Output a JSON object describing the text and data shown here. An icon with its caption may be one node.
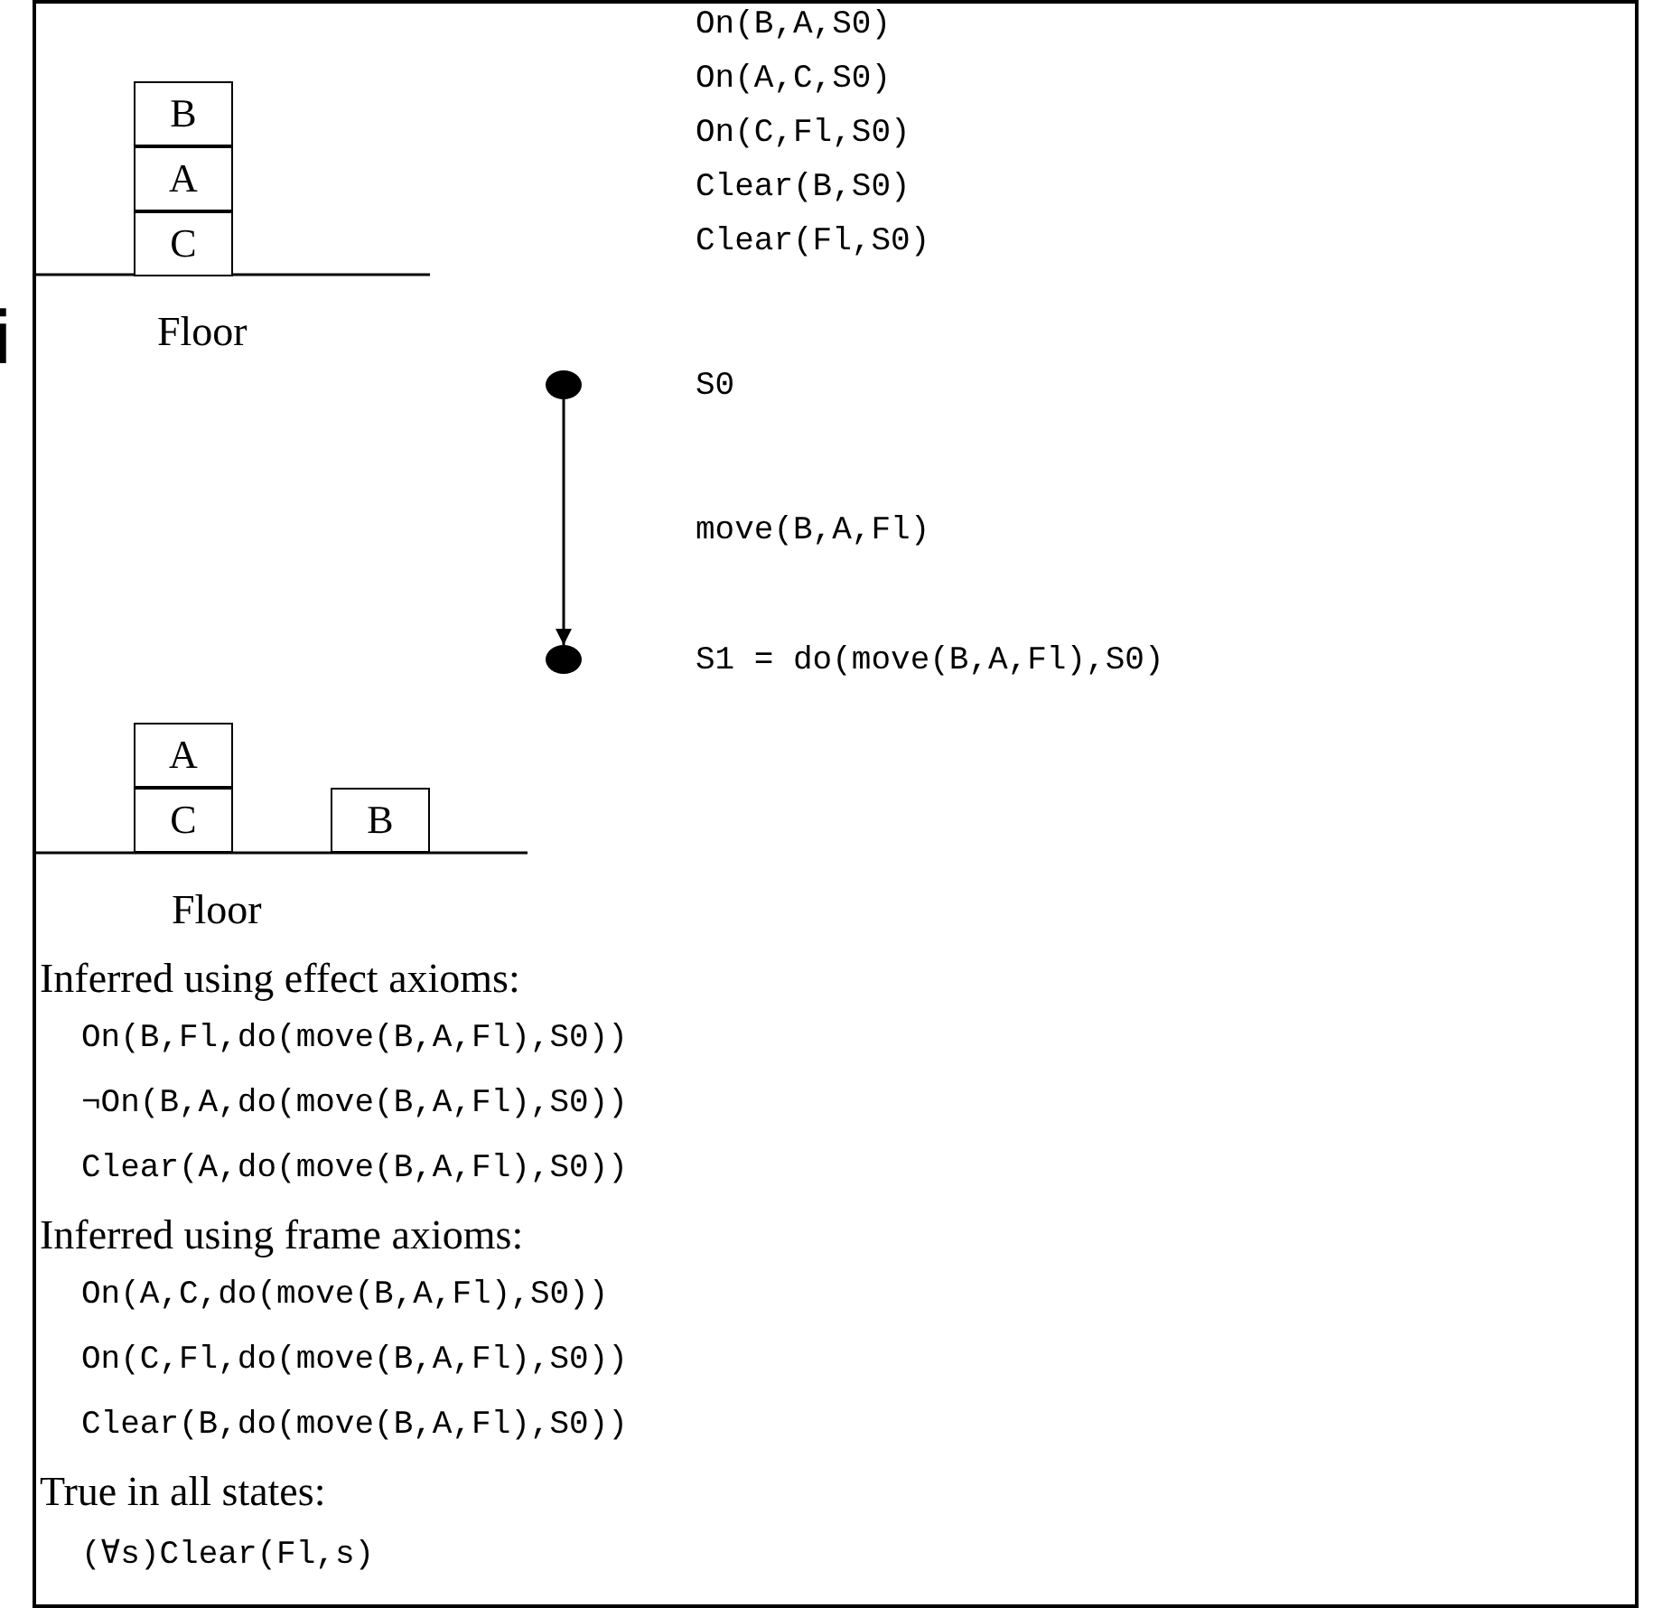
{
  "diagram": {
    "nodes": [
      {
        "text": [
          "B"
        ]
      },
      {
        "text": [
          "A"
        ]
      },
      {
        "text": [
          "C"
        ]
      },
      {
        "text": [],
        "shape": "circle",
        "beside": [
          "S0"
        ]
      },
      {
        "text": [],
        "shape": "circle",
        "beside": [
          "S1 = do(move(B,A,Fl),S0)"
        ]
      },
      {
        "text": [
          "A"
        ]
      },
      {
        "text": [
          "C"
        ]
      },
      {
        "text": [
          "B"
        ]
      }
    ],
    "edges": [
      {
        "from": 3,
        "to": 4,
        "arrow": "to",
        "label": "move(B,A,Fl)"
      }
    ],
    "labels": [
      "On(B,A,S0)",
      "On(A,C,S0)",
      "On(C,Fl,S0)",
      "Clear(B,S0)",
      "Clear(Fl,S0)",
      "Floor",
      "i",
      "Floor",
      "Inferred using effect axioms:",
      "On(B,Fl,do(move(B,A,Fl),S0))",
      "¬On(B,A,do(move(B,A,Fl),S0))",
      "Clear(A,do(move(B,A,Fl),S0))",
      "Inferred using frame axioms:",
      "On(A,C,do(move(B,A,Fl),S0))",
      "On(C,Fl,do(move(B,A,Fl),S0))",
      "Clear(B,do(move(B,A,Fl),S0))",
      "True in all states:",
      "(∀s)Clear(Fl,s)"
    ]
  }
}
